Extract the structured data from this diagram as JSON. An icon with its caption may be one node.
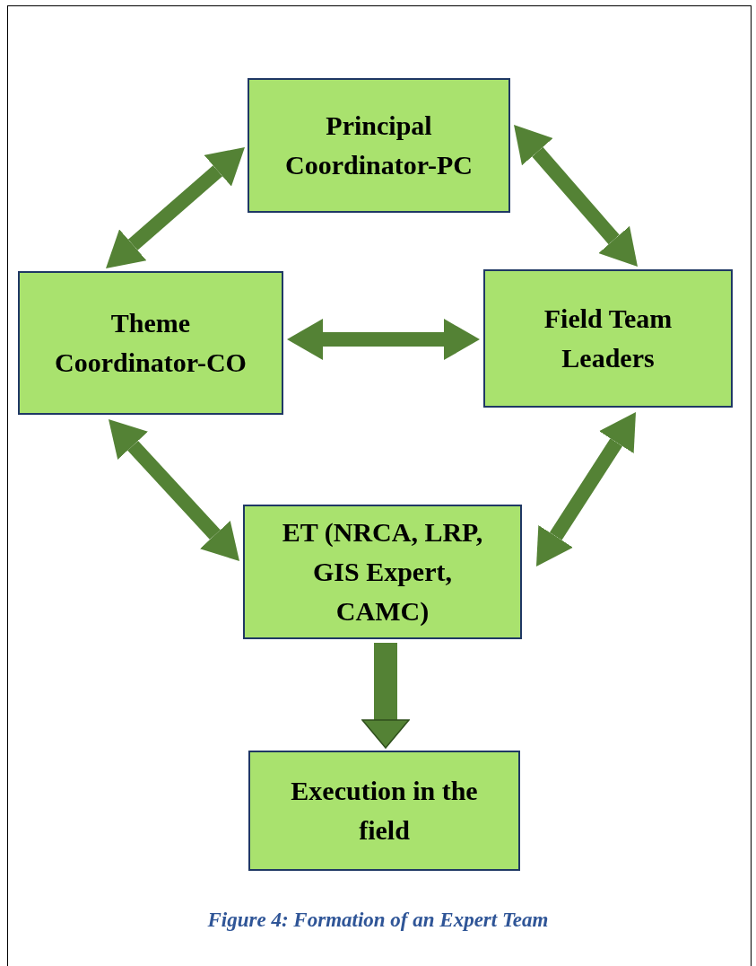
{
  "diagram": {
    "caption": "Figure 4: Formation of an Expert Team",
    "nodes": [
      {
        "text": [
          "Principal Coordinator-PC"
        ]
      },
      {
        "text": [
          "Theme Coordinator-CO"
        ]
      },
      {
        "text": [
          "Field Team Leaders"
        ]
      },
      {
        "text": [
          "ET (NRCA, LRP, GIS Expert, CAMC)"
        ]
      },
      {
        "text": [
          "Execution in the field"
        ]
      }
    ],
    "edges": [
      {
        "from": 1,
        "to": 0,
        "arrow": "both"
      },
      {
        "from": 0,
        "to": 2,
        "arrow": "both"
      },
      {
        "from": 1,
        "to": 2,
        "arrow": "both"
      },
      {
        "from": 1,
        "to": 3,
        "arrow": "both"
      },
      {
        "from": 2,
        "to": 3,
        "arrow": "both"
      },
      {
        "from": 3,
        "to": 4,
        "arrow": "to"
      }
    ]
  }
}
